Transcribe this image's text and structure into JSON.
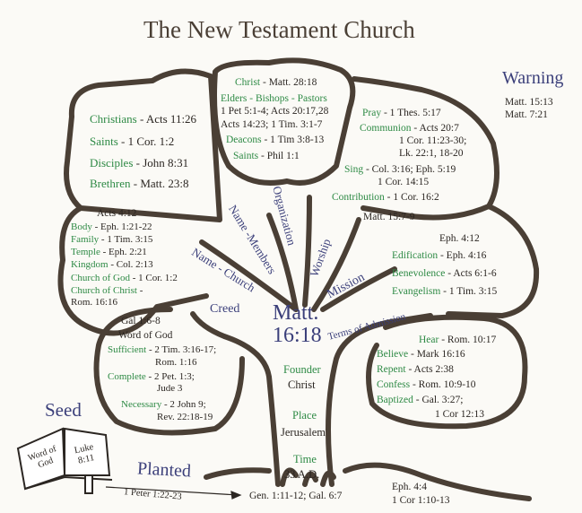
{
  "title": "The New Testament Church",
  "warning": {
    "heading": "Warning",
    "refs": [
      "Matt. 15:13",
      "Matt. 7:21"
    ]
  },
  "names": [
    {
      "term": "Christians",
      "ref": " - Acts 11:26"
    },
    {
      "term": "Saints",
      "ref": " - 1 Cor. 1:2"
    },
    {
      "term": "Disciples",
      "ref": " - John 8:31"
    },
    {
      "term": "Brethren",
      "ref": " - Matt. 23:8"
    }
  ],
  "organization": {
    "christ": {
      "term": "Christ",
      "ref": " - Matt. 28:18"
    },
    "elders": "Elders - Bishops - Pastors",
    "elders_refs": [
      "1 Pet 5:1-4; Acts 20:17,28",
      "Acts 14:23; 1 Tim. 3:1-7"
    ],
    "deacons": {
      "term": "Deacons",
      "ref": " - 1 Tim 3:8-13"
    },
    "saints": {
      "term": "Saints",
      "ref": " - Phil 1:1"
    }
  },
  "worship": {
    "pray": {
      "term": "Pray",
      "ref": " - 1 Thes. 5:17"
    },
    "communion": {
      "term": "Communion",
      "ref": " - Acts 20:7",
      "more": [
        "1 Cor. 11:23-30;",
        "Lk. 22:1, 18-20"
      ]
    },
    "sing": {
      "term": "Sing",
      "ref": " - Col. 3:16; Eph. 5:19",
      "more": "1 Cor. 14:15"
    },
    "contribution": {
      "term": "Contribution",
      "ref": " - 1 Cor. 16:2"
    },
    "vain": "Matt. 15:7-9"
  },
  "church": {
    "head": "Acts 4:12",
    "items": [
      {
        "term": "Body",
        "ref": " - Eph. 1:21-22"
      },
      {
        "term": "Family",
        "ref": " - 1 Tim. 3:15"
      },
      {
        "term": "Temple",
        "ref": " - Eph. 2:21"
      },
      {
        "term": "Kingdom",
        "ref": " - Col. 2:13"
      },
      {
        "term": "Church of God",
        "ref": " - 1 Cor. 1:2"
      },
      {
        "term": "Church of Christ",
        "ref": " -"
      }
    ],
    "last": "Rom. 16:16"
  },
  "creed": {
    "head": "Gal 1:6-8",
    "sub": "Word of God",
    "sufficient": {
      "term": "Sufficient",
      "ref": " - 2 Tim. 3:16-17;",
      "more": "Rom. 1:16"
    },
    "complete": {
      "term": "Complete",
      "ref": " - 2 Pet. 1:3;",
      "more": "Jude 3"
    },
    "necessary": {
      "term": "Necessary",
      "ref": " - 2 John 9;",
      "more": "Rev. 22:18-19"
    }
  },
  "mission": {
    "head": "Eph. 4:12",
    "items": [
      {
        "term": "Edification",
        "ref": " - Eph. 4:16"
      },
      {
        "term": "Benevolence",
        "ref": " - Acts 6:1-6"
      },
      {
        "term": "Evangelism",
        "ref": " - 1 Tim. 3:15"
      }
    ]
  },
  "admission": {
    "items": [
      {
        "term": "Hear",
        "ref": " - Rom. 10:17"
      },
      {
        "term": "Believe",
        "ref": " - Mark 16:16"
      },
      {
        "term": "Repent",
        "ref": " - Acts 2:38"
      },
      {
        "term": "Confess",
        "ref": " - Rom. 10:9-10"
      },
      {
        "term": "Baptized",
        "ref": " - Gal. 3:27;"
      }
    ],
    "last": "1 Cor 12:13"
  },
  "branches": {
    "creed": "Creed",
    "name_church": "Name - Church",
    "name_members": "Name -Members",
    "organization": "Organization",
    "worship": "Worship",
    "mission": "Mission",
    "terms": "Terms of Admission"
  },
  "center": {
    "line1": "Matt.",
    "line2": "16:18"
  },
  "trunk": {
    "founder_label": "Founder",
    "founder": "Christ",
    "place_label": "Place",
    "place": "Jerusalem",
    "time_label": "Time",
    "time": "33 A.D."
  },
  "seed": {
    "label": "Seed",
    "book_left": "Word of God",
    "book_right": "Luke 8:11"
  },
  "planted": {
    "label": "Planted",
    "ref": "1 Peter 1:22-23",
    "target": "Gen. 1:11-12; Gal. 6:7"
  },
  "unity": [
    "Eph. 4:4",
    "1 Cor 1:10-13"
  ],
  "colors": {
    "green": "#2e8a45",
    "blue": "#3b3f7a",
    "brown": "#4a3f35"
  }
}
